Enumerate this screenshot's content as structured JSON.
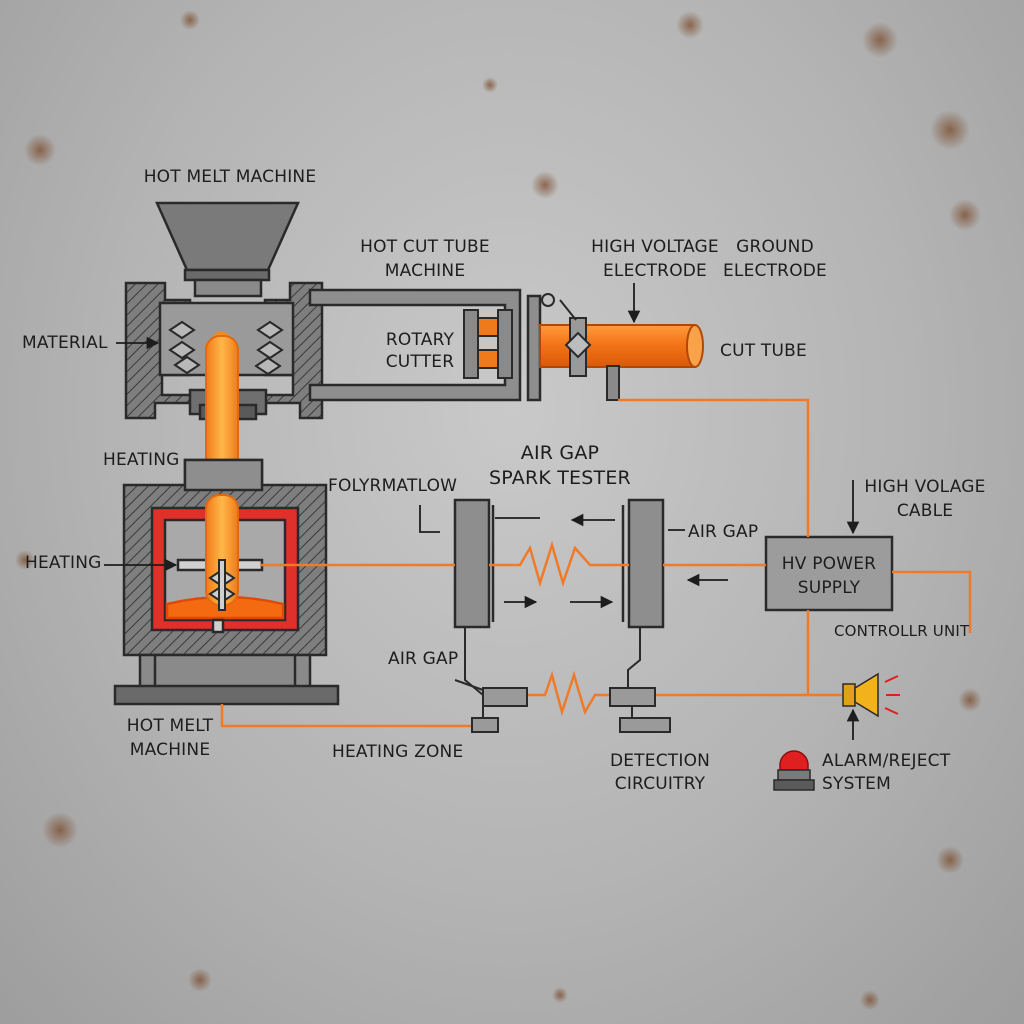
{
  "labels": {
    "hot_melt_machine_top": "HOT MELT MACHINE",
    "material": "MATERIAL",
    "heating_upper": "HEATING",
    "heating_left": "HEATING",
    "hot_melt_machine_bottom_1": "HOT MELT",
    "hot_melt_machine_bottom_2": "MACHINE",
    "hot_cut_tube_machine_1": "HOT CUT TUBE",
    "hot_cut_tube_machine_2": "MACHINE",
    "rotary_cutter_1": "ROTARY",
    "rotary_cutter_2": "CUTTER",
    "high_voltage_electrode_1": "HIGH VOLTAGE",
    "high_voltage_electrode_2": "ELECTRODE",
    "ground_electrode_1": "GROUND",
    "ground_electrode_2": "ELECTRODE",
    "cut_tube": "CUT TUBE",
    "air_gap_spark_tester_1": "AIR GAP",
    "air_gap_spark_tester_2": "SPARK TESTER",
    "folyrmatlow": "FOLYRMATLOW",
    "air_gap_right": "AIR GAP",
    "air_gap_left": "AIR GAP",
    "high_voltage_cable_1": "HIGH VOLAGE",
    "high_voltage_cable_2": "CABLE",
    "hv_power_supply_1": "HV POWER",
    "hv_power_supply_2": "SUPPLY",
    "controller_unit": "CONTROLLR UNIT",
    "heating_zone": "HEATING ZONE",
    "detection_circuitry_1": "DETECTION",
    "detection_circuitry_2": "CIRCUITRY",
    "alarm_reject_system_1": "ALARM/REJECT",
    "alarm_reject_system_2": "SYSTEM"
  },
  "colors": {
    "background": "#b4b4b4",
    "machine_line": "#2a2a2a",
    "machine_fill": "#8a8a8a",
    "melt_orange": "#f4891f",
    "tube_orange": "#f07a1a",
    "heater_red": "#e0302a",
    "wire_orange": "#ee7a2a",
    "alarm_red": "#e02020",
    "horn_yellow": "#f2b21c"
  },
  "icons": {
    "alarm_light": "red-beacon-icon",
    "horn": "siren-horn-icon"
  }
}
